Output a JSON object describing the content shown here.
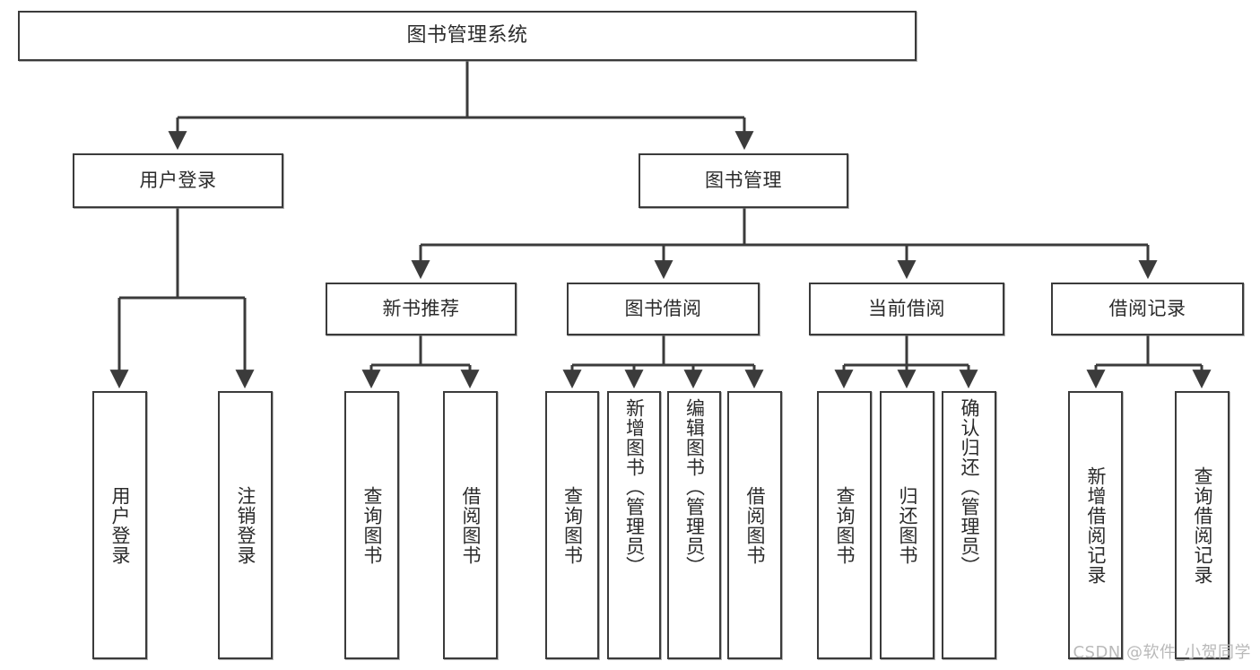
{
  "diagram": {
    "type": "tree-hierarchy-chart",
    "title": "图书管理系统",
    "stroke_color": "#3b3b3b",
    "text_color": "#2b2b2b",
    "background_color": "#ffffff",
    "root": {
      "label": "图书管理系统"
    },
    "level2": [
      {
        "label": "用户登录"
      },
      {
        "label": "图书管理"
      }
    ],
    "level3": [
      {
        "label": "新书推荐"
      },
      {
        "label": "图书借阅"
      },
      {
        "label": "当前借阅"
      },
      {
        "label": "借阅记录"
      }
    ],
    "leaves": {
      "user_login": [
        {
          "label": "用户登录"
        },
        {
          "label": "注销登录"
        }
      ],
      "new_book_recommend": [
        {
          "label": "查询图书"
        },
        {
          "label": "借阅图书"
        }
      ],
      "book_borrow": [
        {
          "label": "查询图书"
        },
        {
          "label": "新增图书（管理员）"
        },
        {
          "label": "编辑图书（管理员）"
        },
        {
          "label": "借阅图书"
        }
      ],
      "current_borrow": [
        {
          "label": "查询图书"
        },
        {
          "label": "归还图书"
        },
        {
          "label": "确认归还（管理员）"
        }
      ],
      "borrow_record": [
        {
          "label": "新增借阅记录"
        },
        {
          "label": "查询借阅记录"
        }
      ]
    }
  },
  "watermark": {
    "text": "CSDN @软件_小贺同学"
  }
}
